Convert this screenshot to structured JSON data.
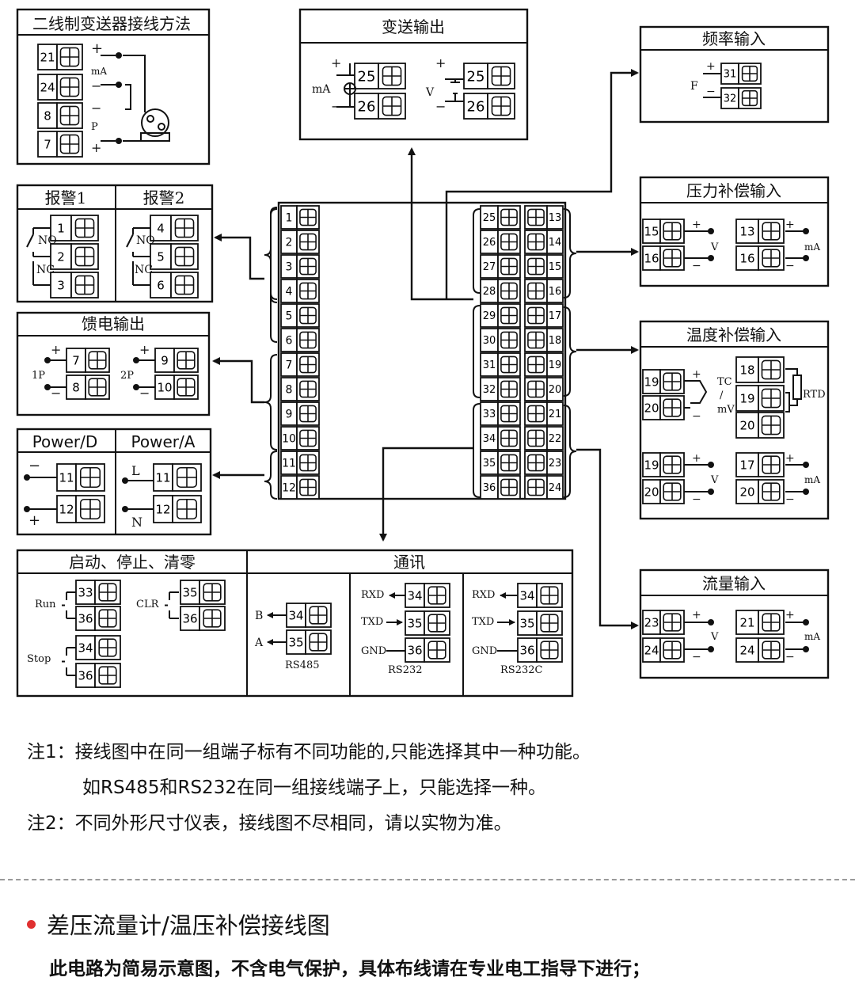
{
  "panels": {
    "two_wire": "二线制变送器接线方法",
    "transmit_out": "变送输出",
    "freq_in": "频率输入",
    "pressure_in": "压力补偿输入",
    "temp_in": "温度补偿输入",
    "flow_in": "流量输入",
    "alarm1": "报警1",
    "alarm2": "报警2",
    "feed_out": "馈电输出",
    "power_d": "Power/D",
    "power_a": "Power/A",
    "control": "启动、停止、清零",
    "comm": "通讯"
  },
  "labels": {
    "mA": "mA",
    "V": "V",
    "P": "P",
    "F": "F",
    "TC": "TC",
    "slash": "/",
    "mV": "mV",
    "RTD": "RTD",
    "NO": "NO",
    "NC": "NC",
    "p1": "1P",
    "p2": "2P",
    "L": "L",
    "N": "N",
    "run": "Run",
    "clr": "CLR",
    "stop": "Stop",
    "B": "B",
    "A": "A",
    "RXD": "RXD",
    "TXD": "TXD",
    "GND": "GND",
    "rs485": "RS485",
    "rs232": "RS232",
    "rs232c": "RS232C",
    "plus": "+",
    "minus": "−"
  },
  "terminals": {
    "left_column": [
      "1",
      "2",
      "3",
      "4",
      "5",
      "6",
      "7",
      "8",
      "9",
      "10",
      "11",
      "12"
    ],
    "right_outer": [
      "25",
      "26",
      "27",
      "28",
      "29",
      "30",
      "31",
      "32",
      "33",
      "34",
      "35",
      "36"
    ],
    "right_inner": [
      "13",
      "14",
      "15",
      "16",
      "17",
      "18",
      "19",
      "20",
      "21",
      "22",
      "23",
      "24"
    ],
    "two_wire": [
      "21",
      "24",
      "8",
      "7"
    ],
    "transmit": [
      "25",
      "26"
    ],
    "freq": [
      "31",
      "32"
    ],
    "alarm1": [
      "1",
      "2",
      "3"
    ],
    "alarm2": [
      "4",
      "5",
      "6"
    ],
    "feed1": [
      "7",
      "8"
    ],
    "feed2": [
      "9",
      "10"
    ],
    "power": [
      "11",
      "12"
    ],
    "pressure_v": [
      "15",
      "16"
    ],
    "pressure_ma": [
      "13",
      "16"
    ],
    "temp_tc": [
      "19",
      "20"
    ],
    "temp_rtd": [
      "18",
      "19",
      "20"
    ],
    "temp_v": [
      "19",
      "20"
    ],
    "temp_ma": [
      "17",
      "20"
    ],
    "flow_v": [
      "23",
      "24"
    ],
    "flow_ma": [
      "21",
      "24"
    ],
    "run": [
      "33",
      "36"
    ],
    "clr": [
      "35",
      "36"
    ],
    "stop": [
      "34",
      "36"
    ],
    "rs485": [
      "34",
      "35"
    ],
    "rs232": [
      "34",
      "35",
      "36"
    ]
  },
  "notes": {
    "note1": "注1：接线图中在同一组端子标有不同功能的,只能选择其中一种功能。",
    "note1b": "如RS485和RS232在同一组接线端子上，只能选择一种。",
    "note2": "注2：不同外形尺寸仪表，接线图不尽相同，请以实物为准。"
  },
  "section": {
    "title": "差压流量计/温压补偿接线图",
    "subtitle": "此电路为简易示意图，不含电气保护，具体布线请在专业电工指导下进行；"
  },
  "colors": {
    "ink": "#111111",
    "accent": "#e03030",
    "dash": "#9a9a9a"
  }
}
